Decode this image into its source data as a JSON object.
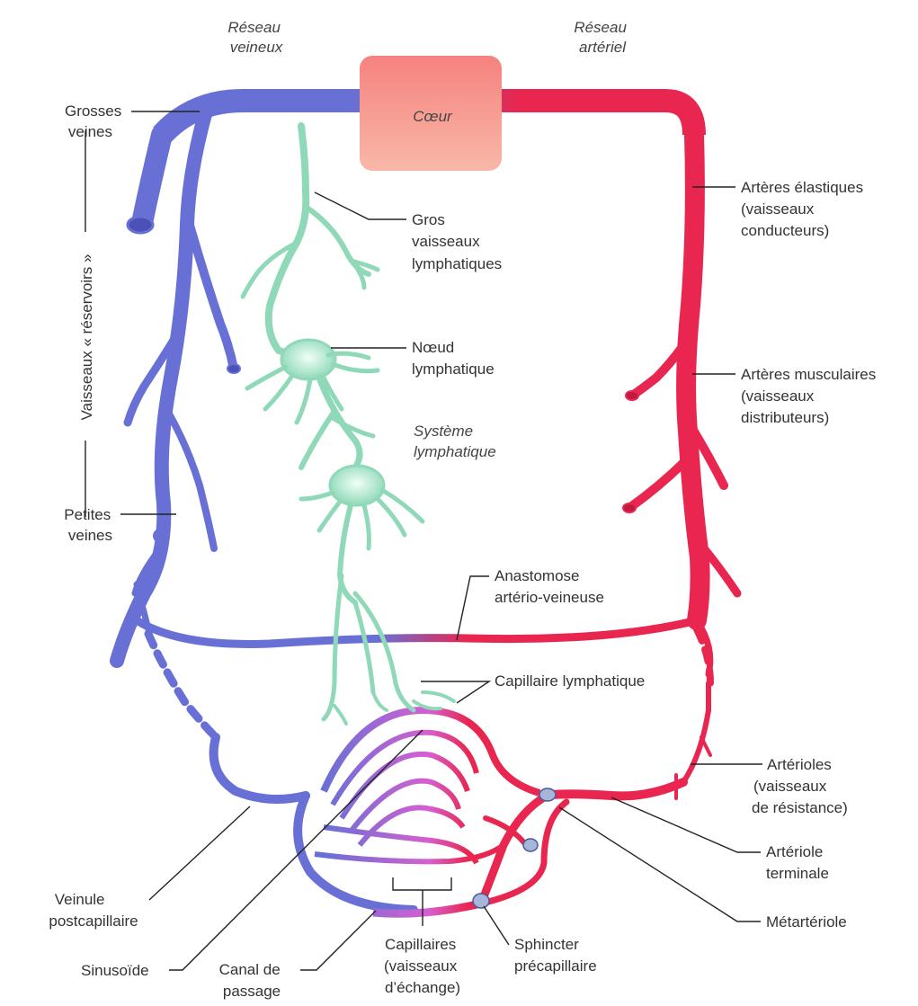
{
  "headers": {
    "venous": [
      "Réseau",
      "veineux"
    ],
    "arterial": [
      "Réseau",
      "artériel"
    ]
  },
  "heart": "Cœur",
  "side_label": "Vaisseaux « réservoirs »",
  "lymph_system": [
    "Système",
    "lymphatique"
  ],
  "labels": {
    "grosses_veines": [
      "Grosses",
      "veines"
    ],
    "petites_veines": [
      "Petites",
      "veines"
    ],
    "gros_vaisseaux": [
      "Gros",
      "vaisseaux",
      "lymphatiques"
    ],
    "noeud": [
      "Nœud",
      "lymphatique"
    ],
    "arteres_elastiques": [
      "Artères élastiques",
      "(vaisseaux",
      "conducteurs)"
    ],
    "arteres_musculaires": [
      "Artères musculaires",
      "(vaisseaux",
      "distributeurs)"
    ],
    "anastomose": [
      "Anastomose",
      "artério-veineuse"
    ],
    "capillaire_lymph": [
      "Capillaire lymphatique"
    ],
    "arterioles": [
      "Artérioles",
      "(vaisseaux",
      "de résistance)"
    ],
    "arteriole_terminale": [
      "Artériole",
      "terminale"
    ],
    "metarteriole": [
      "Métartériole"
    ],
    "veinule": [
      "Veinule",
      "postcapillaire"
    ],
    "sinusoide": [
      "Sinusoïde"
    ],
    "canal": [
      "Canal de",
      "passage"
    ],
    "capillaires": [
      "Capillaires",
      "(vaisseaux",
      "d’échange)"
    ],
    "sphincter": [
      "Sphincter",
      "précapillaire"
    ]
  },
  "colors": {
    "vein": "#6870d6",
    "artery": "#e8264f",
    "lymph": "#8fd9b8",
    "heart": "#f58a86"
  }
}
